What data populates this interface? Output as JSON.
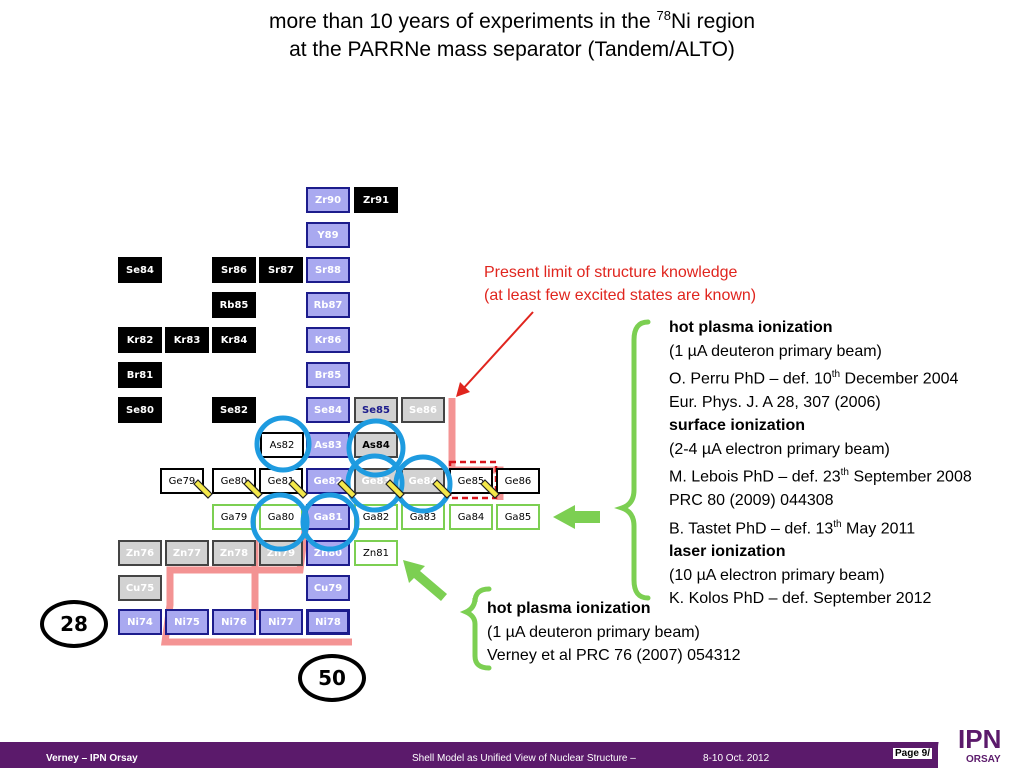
{
  "title": {
    "line1_pre": "more than 10 years of experiments in the ",
    "line1_sup": "78",
    "line1_post": "Ni region",
    "line2": "at the PARRNe mass separator (Tandem/ALTO)"
  },
  "nuclides": {
    "zr90": "Zr90",
    "zr91": "Zr91",
    "y89": "Y89",
    "se84": "Se84",
    "sr86": "Sr86",
    "sr87": "Sr87",
    "sr88": "Sr88",
    "rb85": "Rb85",
    "rb87": "Rb87",
    "kr82": "Kr82",
    "kr83": "Kr83",
    "kr84": "Kr84",
    "kr86": "Kr86",
    "br81": "Br81",
    "br85": "Br85",
    "se80": "Se80",
    "se82": "Se82",
    "se84b": "Se84",
    "se85": "Se85",
    "se86": "Se86",
    "as82": "As82",
    "as83": "As83",
    "as84": "As84",
    "ge79": "Ge79",
    "ge80": "Ge80",
    "ge81": "Ge81",
    "ge82": "Ge82",
    "ge83": "Ge83",
    "ge84": "Ge84",
    "ge85": "Ge85",
    "ge86": "Ge86",
    "ga79": "Ga79",
    "ga80": "Ga80",
    "ga81": "Ga81",
    "ga82": "Ga82",
    "ga83": "Ga83",
    "ga84": "Ga84",
    "ga85": "Ga85",
    "zn76": "Zn76",
    "zn77": "Zn77",
    "zn78": "Zn78",
    "zn79": "Zn79",
    "zn80": "Zn80",
    "zn81": "Zn81",
    "cu75": "Cu75",
    "cu79": "Cu79",
    "ni74": "Ni74",
    "ni75": "Ni75",
    "ni76": "Ni76",
    "ni77": "Ni77",
    "ni78": "Ni78"
  },
  "magic": {
    "z": "28",
    "n": "50"
  },
  "limit_note": {
    "line1": "Present limit of structure knowledge",
    "line2": "(at least few excited states are known)"
  },
  "right_info": {
    "l1": "hot plasma ionization",
    "l2": "(1 µA deuteron primary beam)",
    "l3_pre": "O. Perru PhD – def. 10",
    "l3_sup": "th",
    "l3_post": " December 2004",
    "l4": "Eur. Phys. J. A 28, 307 (2006)",
    "l5": "surface ionization",
    "l6": "(2-4 µA electron primary beam)",
    "l7_pre": "M. Lebois PhD – def. 23",
    "l7_sup": "th",
    "l7_post": " September 2008",
    "l8": "PRC 80 (2009) 044308",
    "l9_pre": "B. Tastet PhD – def. 13",
    "l9_sup": "th",
    "l9_post": " May 2011",
    "l10": "laser ionization",
    "l11": "(10 µA electron primary beam)",
    "l12": "K. Kolos PhD – def. September 2012"
  },
  "bottom_info": {
    "l1": "hot plasma ionization",
    "l2": "(1 µA deuteron primary beam)",
    "l3": "Verney et al PRC 76 (2007) 054312"
  },
  "footer": {
    "left": "Verney – IPN Orsay",
    "center": "Shell Model as Unified View of Nuclear Structure –",
    "date": "8-10 Oct. 2012",
    "page": "Page 9/",
    "logo_main": "IPN",
    "logo_sub": "ORSAY"
  },
  "colors": {
    "accent_red": "#e0251e",
    "footer_bg": "#5b1a6b",
    "circle_blue": "#1e9be0",
    "brace_green": "#7ccf52"
  }
}
